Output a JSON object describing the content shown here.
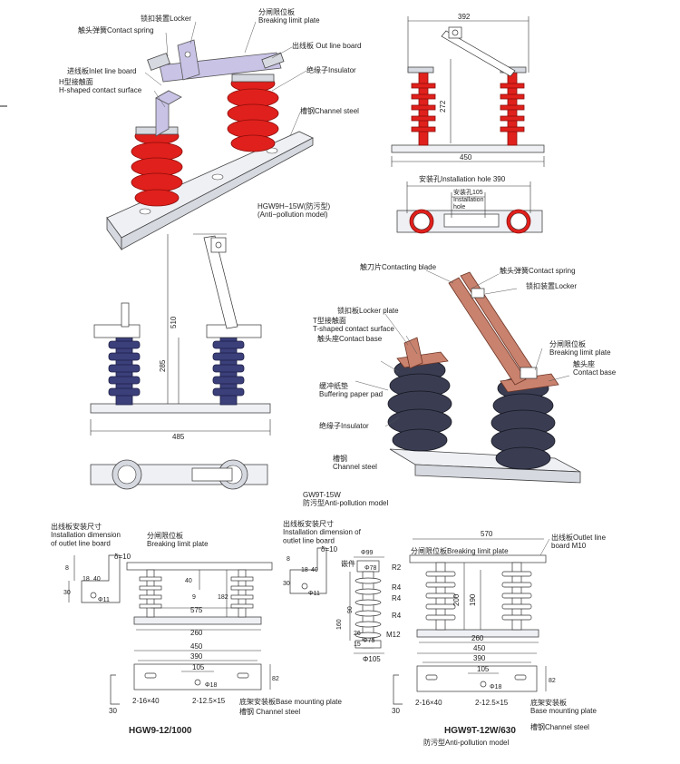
{
  "top_left": {
    "labels": {
      "locker": "锁扣装置Locker",
      "contact_spring": "触头弹簧Contact spring",
      "breaking_limit_plate": "分闸限位板\nBreaking limit plate",
      "out_line_board": "出线板 Out line board",
      "inlet_line_board": "进线板Inlet line board",
      "h_contact_surface": "H型接触面\nH-shaped contact surface",
      "insulator": "绝缘子Insulator",
      "channel_steel": "槽钢Channel steel"
    },
    "caption": "HGW9H−15W(防污型)\n(Anti−pollution model)"
  },
  "top_right": {
    "dims": {
      "width_top": "392",
      "height": "272",
      "width_bottom": "450"
    },
    "plan": {
      "install_hole": "安装孔Installation hole 390",
      "install_hole_105": "安装孔105\nInstallation\nhole"
    }
  },
  "mid_left": {
    "dims": {
      "height_total": "510",
      "height_insulator": "285",
      "width": "485"
    }
  },
  "mid_right": {
    "labels": {
      "contacting_blade": "触刀片Contacting blade",
      "contact_spring": "触头弹簧Contact spring",
      "locker": "锁扣装置Locker",
      "locker_plate": "锁扣板Locker plate",
      "t_contact_surface": "T型接触面\nT-shaped contact surface",
      "contact_base_left": "触头座Contact base",
      "breaking_limit_plate": "分闸限位板\nBreaking limit plate",
      "contact_base_right": "触头座\nContact base",
      "buffering_pad": "缓冲纸垫\nBuffering paper pad",
      "insulator": "绝缘子Insulator",
      "channel_steel": "槽钢\nChannel steel"
    },
    "caption": "GW9T-15W\n防污型Anti-pollution model"
  },
  "bottom_left": {
    "outlet_title": "出线板安装尺寸\nInstallation dimension\nof outlet line board",
    "breaking_limit_plate": "分闸限位板\nBreaking limit plate",
    "outlet_dims": {
      "delta": "δ=10",
      "d8": "8",
      "d18": "18",
      "d40": "40",
      "d30": "30",
      "hole": "Φ11"
    },
    "dims": {
      "d40": "40",
      "d9": "9",
      "d182": "182",
      "d575": "575",
      "d260": "260",
      "d450": "450",
      "d390": "390",
      "d105": "105",
      "hole": "Φ18",
      "d82": "82",
      "d30": "30",
      "slots": "2-16×40",
      "slots2": "2-12.5×15"
    },
    "base_plate": "底架安装板Base mounting plate",
    "channel_steel": "槽钢 Channel steel",
    "model": "HGW9-12/1000"
  },
  "bottom_middle": {
    "outlet_title": "出线板安装尺寸\nInstallation dimension of\noutlet line board",
    "outlet_dims": {
      "delta": "δ=10",
      "d8": "8",
      "d18": "18",
      "d40": "40",
      "d30": "30",
      "hole": "Φ11"
    },
    "insert": "嵌件",
    "dims": {
      "phi99": "Φ99",
      "phi78": "Φ78",
      "r2": "R2",
      "r4a": "R4",
      "r4b": "R4",
      "r4c": "R4",
      "d160": "160",
      "d90": "90",
      "d26": "26",
      "d15": "15",
      "m12": "M12",
      "phi75": "Φ75",
      "phi105": "Φ105"
    }
  },
  "bottom_right": {
    "width": "570",
    "breaking_limit_plate": "分闸限位板Breaking limit plate",
    "outlet_board": "出线板Outlet line\nboard M10",
    "dims": {
      "d200": "200",
      "d190": "190",
      "d260": "260",
      "d450": "450",
      "d390": "390",
      "d105": "105",
      "hole": "Φ18",
      "d82": "82",
      "d30": "30",
      "slots": "2-16×40",
      "slots2": "2-12.5×15"
    },
    "base_plate": "底架安装板\nBase mounting plate",
    "channel_steel": "槽钢Channel steel",
    "model": "HGW9T-12W/630",
    "submodel": "防污型Anti-pollution model"
  }
}
